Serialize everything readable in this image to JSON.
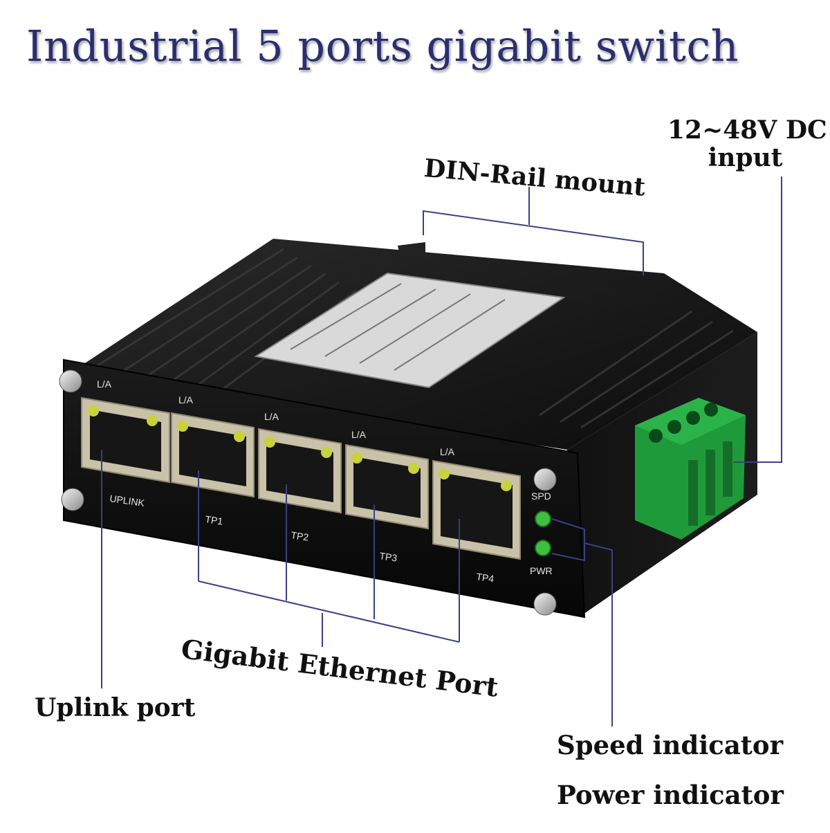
{
  "title": "Industrial 5 ports gigabit switch",
  "callouts": {
    "dc_input": "12~48V DC input",
    "din_rail": "DIN-Rail mount",
    "gigabit_port": "Gigabit Ethernet Port",
    "uplink_port": "Uplink port",
    "speed_indicator": "Speed indicator",
    "power_indicator": "Power indicator"
  },
  "panel_labels": {
    "ua": "L/A",
    "uplink": "UPLINK",
    "tp1": "TP1",
    "tp2": "TP2",
    "tp3": "TP3",
    "tp4": "TP4",
    "spd": "SPD",
    "pwr": "PWR"
  },
  "colors": {
    "title": "#2b2f6e",
    "leader": "#3a3f86",
    "housing": "#141414",
    "terminal": "#1f9a3a",
    "led_yellow": "#c8d23a",
    "led_green": "#3fbf3f"
  }
}
